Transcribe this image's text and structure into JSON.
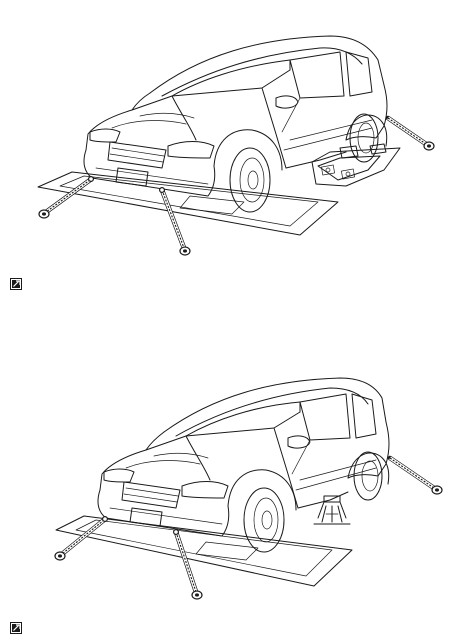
{
  "figures": [
    {
      "id": "top",
      "stand": "lift-pad"
    },
    {
      "id": "bottom",
      "stand": "jack-stand"
    }
  ],
  "icons": [
    "caution-mark-icon",
    "caution-mark-icon"
  ],
  "colors": {
    "ink": "#1a1a1a",
    "paper": "#ffffff"
  }
}
